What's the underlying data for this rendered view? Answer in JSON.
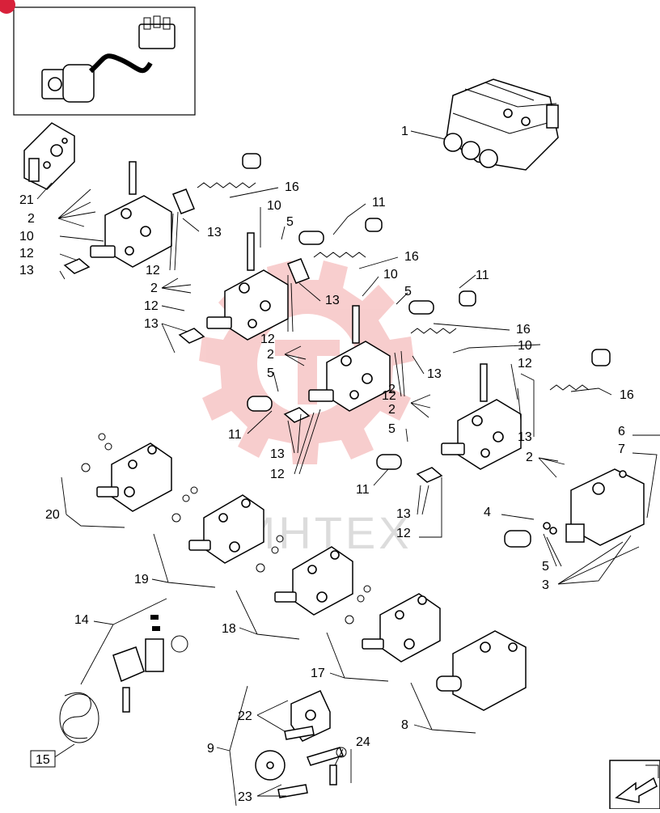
{
  "callouts": {
    "c1": "1",
    "c2": "2",
    "c3": "3",
    "c4": "4",
    "c5": "5",
    "c6": "6",
    "c7": "7",
    "c8": "8",
    "c9": "9",
    "c10": "10",
    "c11": "11",
    "c12": "12",
    "c13": "13",
    "c14": "14",
    "c15": "15",
    "c16": "16",
    "c17": "17",
    "c18": "18",
    "c19": "19",
    "c20": "20",
    "c21": "21",
    "c22": "22",
    "c23": "23",
    "c24": "24"
  },
  "watermark": {
    "text": "ИНТЕХ"
  },
  "colors": {
    "watermark": "#f2a6a6",
    "badge": "#d8213a",
    "ink": "#000000"
  },
  "icons": {
    "corner": "page-flip-arrow-icon",
    "badge": "red-circle-badge-icon"
  }
}
